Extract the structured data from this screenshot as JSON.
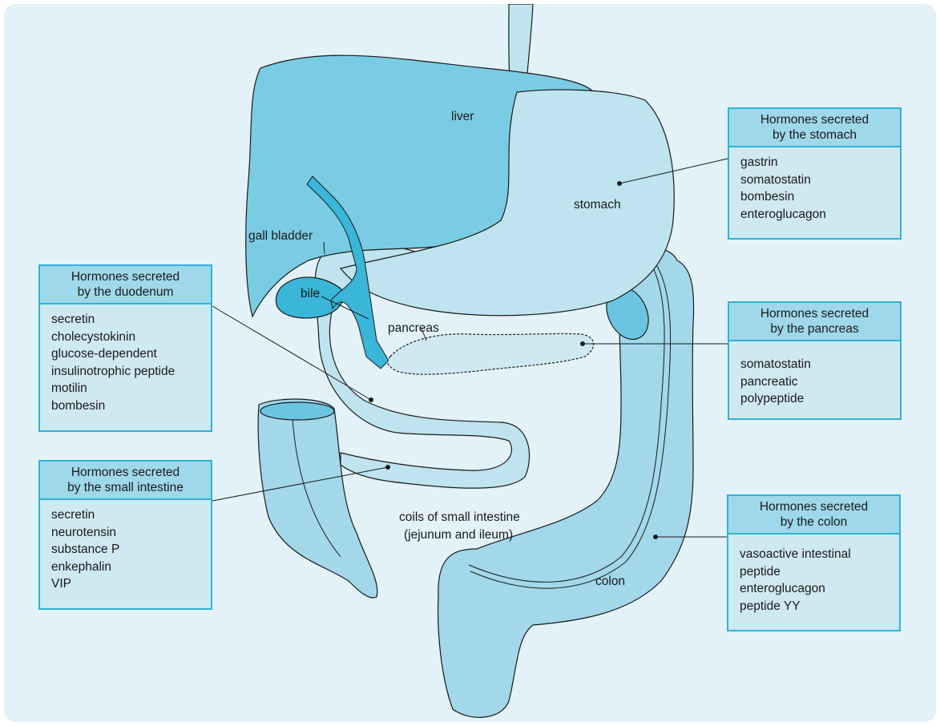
{
  "colors": {
    "background": "#e2f2f8",
    "organ_dark": "#7accE4",
    "organ_light": "#bfe4ef",
    "organ_mid": "#9fd8ea",
    "bile": "#39b6d8",
    "box_border": "#2eb3d9",
    "box_header": "#9fd8ea",
    "box_body": "#cfe9f2"
  },
  "organ_labels": {
    "liver": "liver",
    "stomach": "stomach",
    "gall_bladder": "gall bladder",
    "bile": "bile",
    "pancreas": "pancreas",
    "small_intestine_line1": "coils of small intestine",
    "small_intestine_line2": "(jejunum and ileum)",
    "colon": "colon"
  },
  "boxes": {
    "stomach": {
      "title_line1": "Hormones secreted",
      "title_line2": "by the stomach",
      "items": [
        "gastrin",
        "somatostatin",
        "bombesin",
        "enteroglucagon"
      ]
    },
    "pancreas": {
      "title_line1": "Hormones secreted",
      "title_line2": "by the pancreas",
      "items": [
        "somatostatin",
        "pancreatic",
        "polypeptide"
      ]
    },
    "colon": {
      "title_line1": "Hormones secreted",
      "title_line2": "by the colon",
      "items": [
        "vasoactive intestinal",
        "peptide",
        "enteroglucagon",
        "peptide YY"
      ]
    },
    "duodenum": {
      "title_line1": "Hormones secreted",
      "title_line2": "by the duodenum",
      "items": [
        "secretin",
        "cholecystokinin",
        "glucose-dependent",
        "insulinotrophic peptide",
        "motilin",
        "bombesin"
      ]
    },
    "small_intestine": {
      "title_line1": "Hormones secreted",
      "title_line2": "by the small intestine",
      "items": [
        "secretin",
        "neurotensin",
        "substance P",
        "enkephalin",
        "VIP"
      ]
    }
  }
}
